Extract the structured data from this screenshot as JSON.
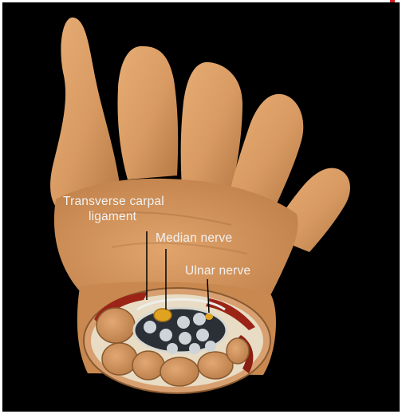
{
  "figure": {
    "labels": {
      "transverse_carpal_1": "Transverse carpal",
      "transverse_carpal_2": "ligament",
      "median_nerve": "Median nerve",
      "ulnar_nerve": "Ulnar nerve"
    },
    "colors": {
      "background": "#000000",
      "skin": "#d89a62",
      "skin_shadow": "#a86a3a",
      "bone": "#c88a52",
      "tendon": "#cfd4d8",
      "nerve": "#e0a321",
      "muscle": "#9b2417",
      "ligament": "#d8d8d0"
    }
  }
}
